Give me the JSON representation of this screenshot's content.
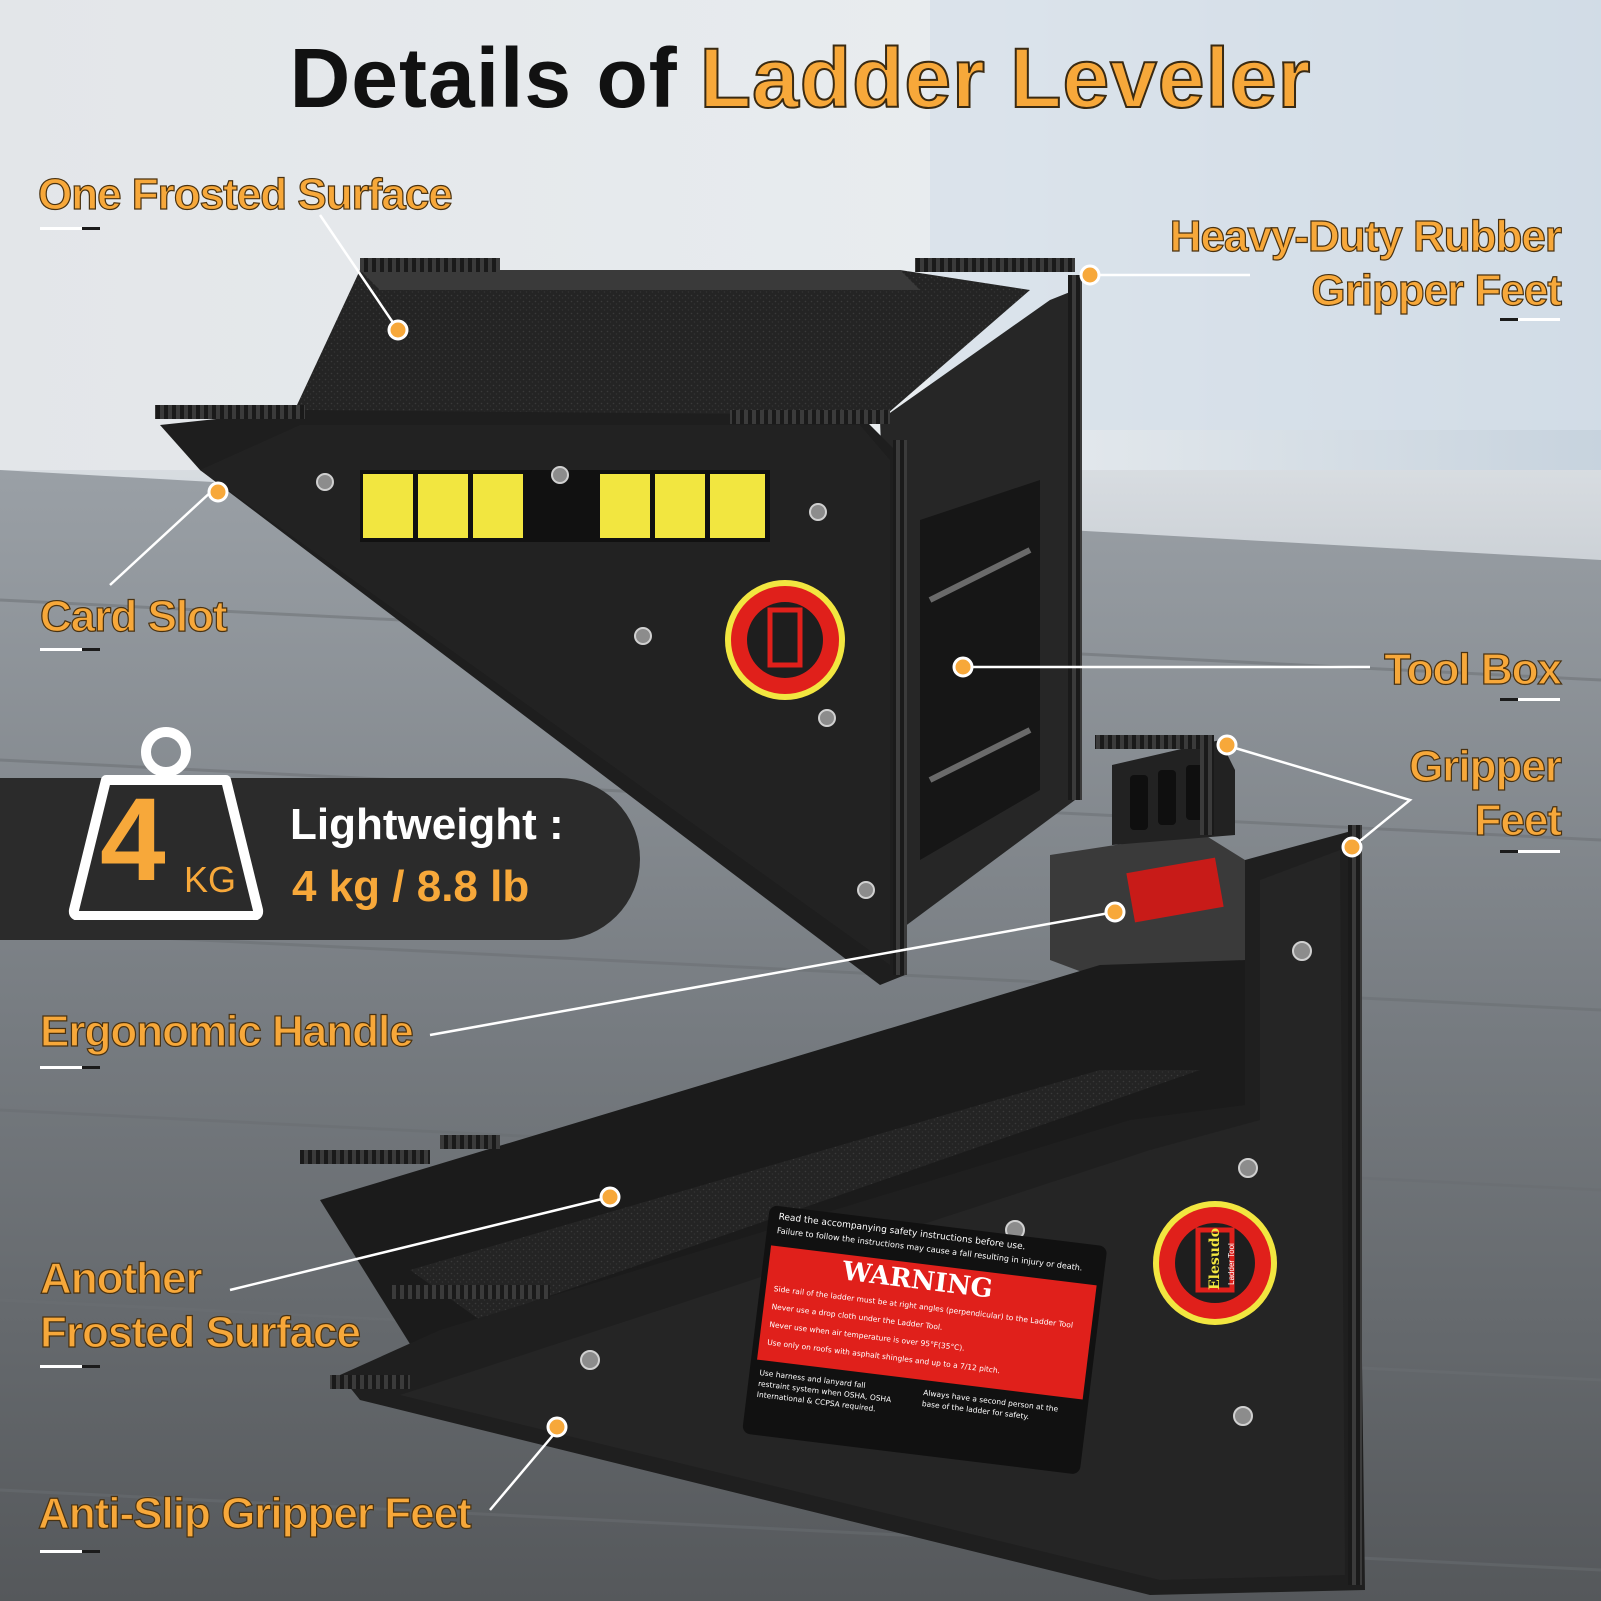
{
  "title": {
    "part1": "Details of",
    "part2": "Ladder Leveler"
  },
  "labels": {
    "frosted_surface": "One Frosted Surface",
    "rubber_feet_line1": "Heavy-Duty Rubber",
    "rubber_feet_line2": "Gripper Feet",
    "card_slot": "Card Slot",
    "tool_box": "Tool Box",
    "gripper_feet_line1": "Gripper",
    "gripper_feet_line2": "Feet",
    "ergonomic_handle": "Ergonomic Handle",
    "another_frosted_line1": "Another",
    "another_frosted_line2": "Frosted Surface",
    "anti_slip": "Anti-Slip Gripper Feet"
  },
  "weight_badge": {
    "number": "4",
    "unit": "KG",
    "heading": "Lightweight :",
    "value": "4 kg / 8.8 lb"
  },
  "product_sticker": {
    "warning_title": "WARNING",
    "intro_line1": "Read the accompanying safety instructions before use.",
    "intro_line2": "Failure to follow the instructions may cause a fall resulting in injury or death.",
    "bullets": [
      "Side rail of the ladder must be at right angles (perpendicular) to the Ladder Tool",
      "Never use a drop cloth under the Ladder Tool.",
      "Never use when air temperature is over 95°F(35°C).",
      "Use only on roofs with asphalt shingles and up to a 7/12 pitch."
    ],
    "footer_left": "Use harness and lanyard fall restraint system when OSHA, OSHA International & CCPSA required.",
    "footer_right": "Always have a second person at the base of the ladder for safety.",
    "brand": "Elesudo",
    "brand_sub": "Ladder Tool"
  },
  "colors": {
    "accent": "#f7a83a",
    "title_dark": "#111111",
    "product_black": "#1c1c1c",
    "warning_red": "#e0201b",
    "badge_bg": "#2b2b2b"
  }
}
